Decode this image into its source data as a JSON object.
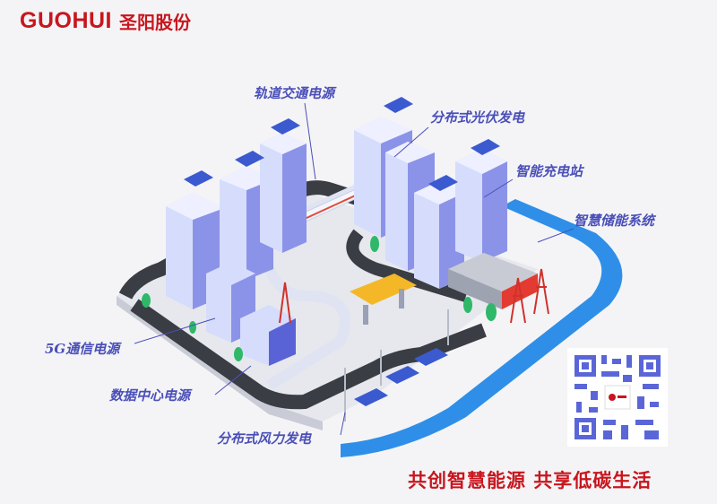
{
  "brand": {
    "name_en": "GUOHUI",
    "name_cn": "圣阳股份",
    "color": "#c8161e"
  },
  "labels": {
    "rail": "轨道交通电源",
    "pv": "分布式光伏发电",
    "charging": "智能充电站",
    "storage": "智慧储能系统",
    "telecom": "5G通信电源",
    "datacenter": "数据中心电源",
    "wind": "分布式风力发电"
  },
  "slogan": "共创智慧能源  共享低碳生活",
  "colors": {
    "label": "#4a4fb8",
    "river": "#2f8fe8",
    "road": "#3a3d44"
  }
}
